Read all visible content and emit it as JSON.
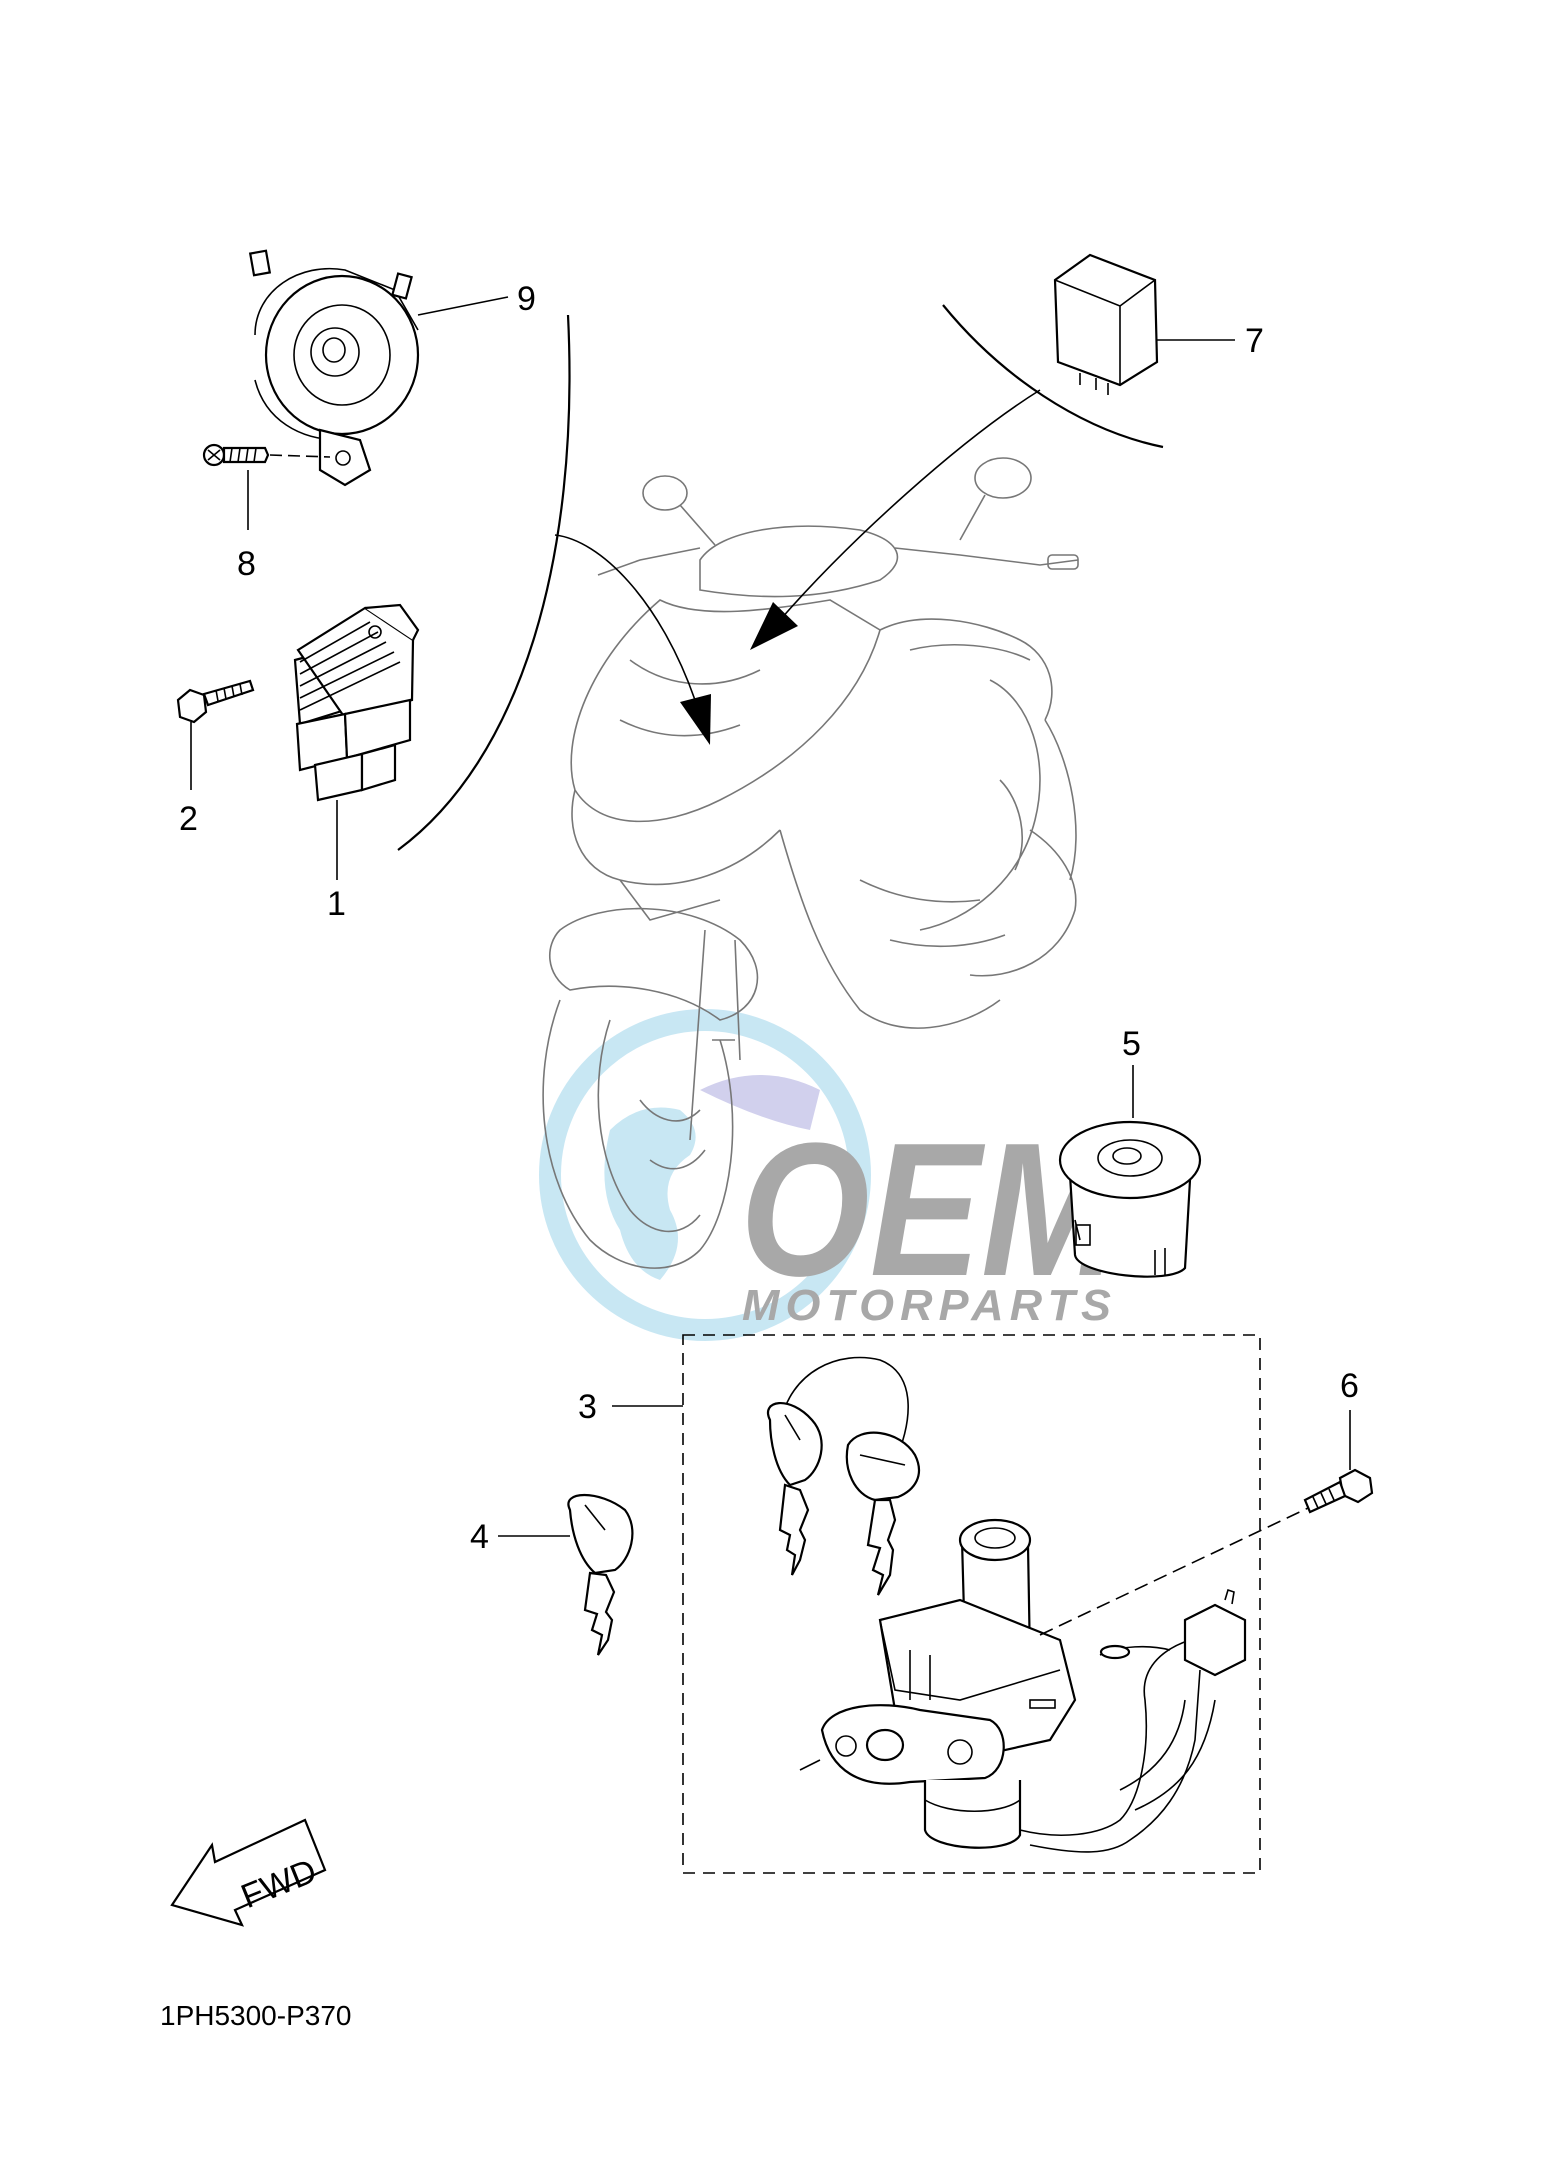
{
  "diagram": {
    "code": "1PH5300-P370",
    "direction_label": "FWD",
    "callouts": [
      "1",
      "2",
      "3",
      "4",
      "5",
      "6",
      "7",
      "8",
      "9"
    ]
  },
  "watermark": {
    "brand": "OEM",
    "subtitle": "MOTORPARTS",
    "colors": {
      "globe": "#bfe3f2",
      "letters": "#a9a9a9",
      "violet": "#c9c8ea"
    }
  }
}
